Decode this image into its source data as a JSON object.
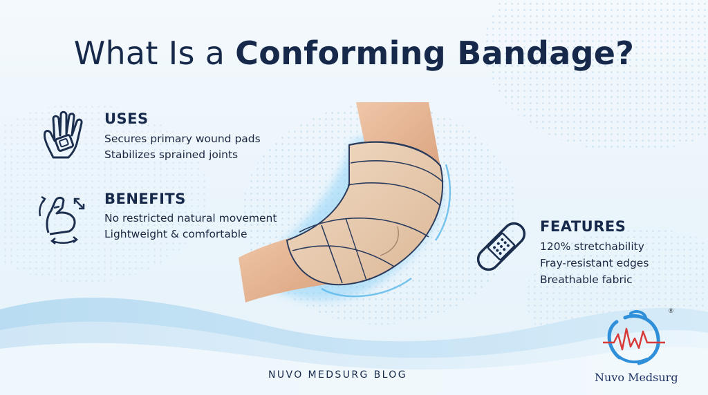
{
  "title": {
    "prefix": "What Is a",
    "emphasis": "Conforming Bandage?"
  },
  "uses": {
    "heading": "USES",
    "items": [
      "Secures primary wound pads",
      "Stabilizes sprained joints"
    ]
  },
  "benefits": {
    "heading": "BENEFITS",
    "items": [
      "No restricted natural movement",
      "Lightweight & comfortable"
    ]
  },
  "features": {
    "heading": "FEATURES",
    "items": [
      "120% stretchability",
      "Fray-resistant edges",
      "Breathable fabric"
    ]
  },
  "footer": {
    "blog_label": "NUVO MEDSURG BLOG"
  },
  "brand": {
    "name": "Nuvo Medsurg",
    "registered_mark": "®"
  },
  "icons": {
    "uses": "hand-bandage-icon",
    "benefits": "flexed-arm-icon",
    "features": "adhesive-bandage-icon",
    "logo": "nuvo-medsurg-logo-icon"
  },
  "colors": {
    "navy": "#16294a",
    "accent_blue": "#2f8fd8",
    "skin": "#e8b896",
    "bandage": "#e9cdb1",
    "logo_red": "#d83a3a"
  }
}
